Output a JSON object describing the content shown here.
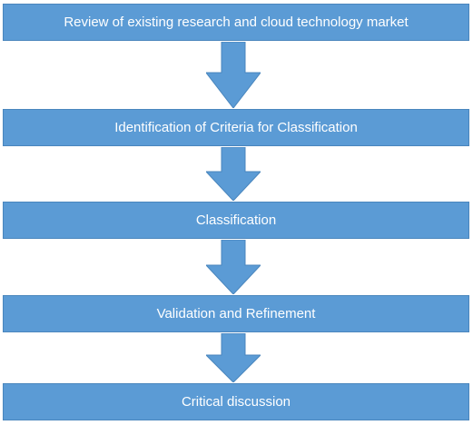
{
  "flowchart": {
    "steps": [
      {
        "label": "Review of existing research and cloud technology market"
      },
      {
        "label": "Identification of Criteria for Classification"
      },
      {
        "label": "Classification"
      },
      {
        "label": "Validation and Refinement"
      },
      {
        "label": "Critical discussion"
      }
    ],
    "colors": {
      "box_fill": "#5b9bd5",
      "box_border": "#4a86bd",
      "arrow_fill": "#5b9bd5",
      "text": "#ffffff"
    }
  }
}
